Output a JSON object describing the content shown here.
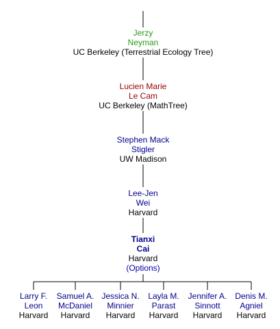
{
  "colors": {
    "ancestor_green": "#2a9a1a",
    "ancestor_red": "#990000",
    "link_blue": "#00008b",
    "line": "#000000"
  },
  "lineage": [
    {
      "first": "Jerzy",
      "last": "Neyman",
      "institution": "UC Berkeley (Terrestrial Ecology Tree)",
      "color": "#2a9a1a"
    },
    {
      "first": "Lucien Marie",
      "last": "Le Cam",
      "institution": "UC Berkeley (MathTree)",
      "color": "#990000"
    },
    {
      "first": "Stephen Mack",
      "last": "Stigler",
      "institution": "UW Madison",
      "color": "#00008b"
    },
    {
      "first": "Lee-Jen",
      "last": "Wei",
      "institution": "Harvard",
      "color": "#00008b"
    }
  ],
  "focus": {
    "first": "Tianxi",
    "last": "Cai",
    "institution": "Harvard",
    "options_label": "(Options)",
    "color": "#00008b"
  },
  "children": [
    {
      "first": "Larry F.",
      "last": "Leon",
      "institution": "Harvard",
      "color": "#00008b"
    },
    {
      "first": "Samuel A.",
      "last": "McDaniel",
      "institution": "Harvard",
      "color": "#00008b"
    },
    {
      "first": "Jessica N.",
      "last": "Minnier",
      "institution": "Harvard",
      "color": "#00008b"
    },
    {
      "first": "Layla M.",
      "last": "Parast",
      "institution": "Harvard",
      "color": "#00008b"
    },
    {
      "first": "Jennifer A.",
      "last": "Sinnott",
      "institution": "Harvard",
      "color": "#00008b"
    },
    {
      "first": "Denis M.",
      "last": "Agniel",
      "institution": "Harvard",
      "color": "#00008b"
    }
  ]
}
